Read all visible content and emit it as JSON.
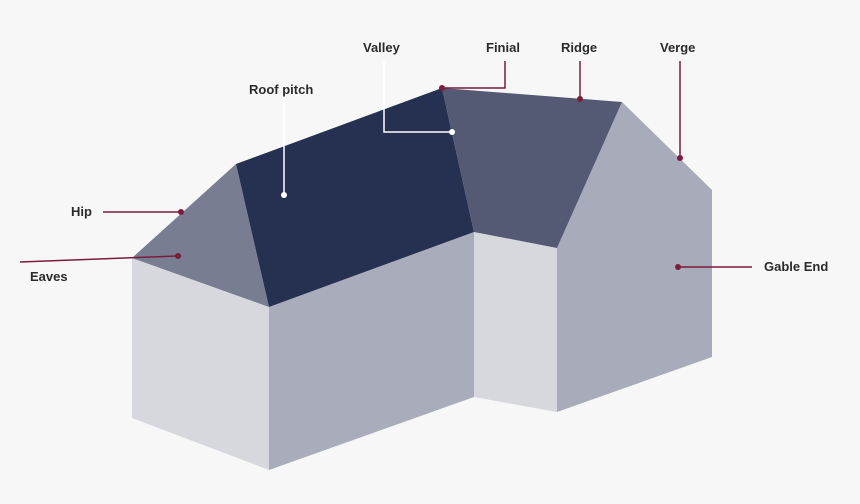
{
  "labels": {
    "valley": "Valley",
    "finial": "Finial",
    "ridge": "Ridge",
    "verge": "Verge",
    "roof_pitch": "Roof pitch",
    "hip": "Hip",
    "eaves": "Eaves",
    "gable_end": "Gable End"
  },
  "colors": {
    "background": "#f7f7f7",
    "roof_main": "#263151",
    "roof_gable": "#545a74",
    "hip_face": "#787d91",
    "wall_front": "#a9acbb",
    "wall_light": "#d7d8de",
    "wall_gable": "#a8abb9",
    "leader_line": "#7b1c3c",
    "leader_line_white": "#ffffff"
  }
}
